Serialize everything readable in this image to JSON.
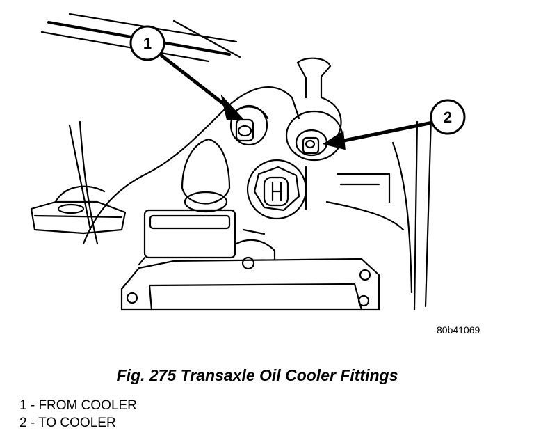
{
  "illustration": {
    "callouts": [
      {
        "number": "1"
      },
      {
        "number": "2"
      }
    ]
  },
  "figure_id": "80b41069",
  "caption": "Fig. 275 Transaxle Oil Cooler Fittings",
  "legend": [
    {
      "text": "1 - FROM COOLER"
    },
    {
      "text": "2 - TO COOLER"
    }
  ]
}
